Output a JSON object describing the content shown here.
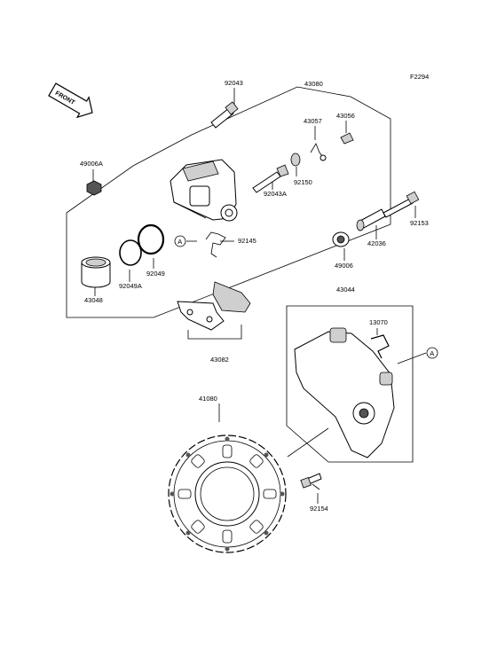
{
  "figure_code": "F2294",
  "front_label": "FRONT",
  "ref_marker": "A",
  "parts": {
    "p92043": "92043",
    "p43080": "43080",
    "p43057": "43057",
    "p43056": "43056",
    "p49006A": "49006A",
    "p92150": "92150",
    "p92043A": "92043A",
    "p92153": "92153",
    "p92145": "92145",
    "p42036": "42036",
    "p49006": "49006",
    "p92049": "92049",
    "p92049A": "92049A",
    "p43048": "43048",
    "p43044": "43044",
    "p13070": "13070",
    "p43082": "43082",
    "p41080": "41080",
    "p92154": "92154"
  }
}
